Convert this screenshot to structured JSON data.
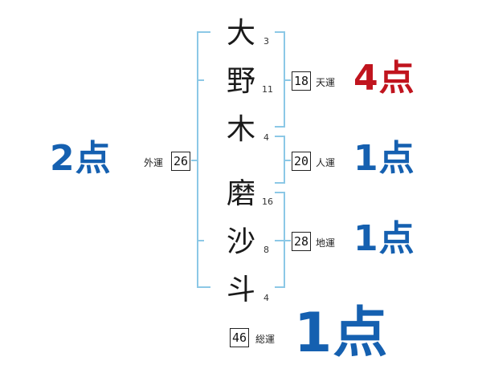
{
  "name": {
    "chars": [
      "大",
      "野",
      "木",
      "磨",
      "沙",
      "斗"
    ],
    "strokes": [
      "3",
      "11",
      "4",
      "16",
      "8",
      "4"
    ]
  },
  "fortunes": {
    "ten": {
      "value": "18",
      "label": "天運",
      "score": "4点"
    },
    "jin": {
      "value": "20",
      "label": "人運",
      "score": "1点"
    },
    "chi": {
      "value": "28",
      "label": "地運",
      "score": "1点"
    },
    "gai": {
      "value": "26",
      "label": "外運",
      "score": "2点"
    },
    "so": {
      "value": "46",
      "label": "総運",
      "score": "1点"
    }
  },
  "colors": {
    "bracket": "#8cc8e6",
    "score_red": "#c0141e",
    "score_blue": "#1560b0"
  }
}
